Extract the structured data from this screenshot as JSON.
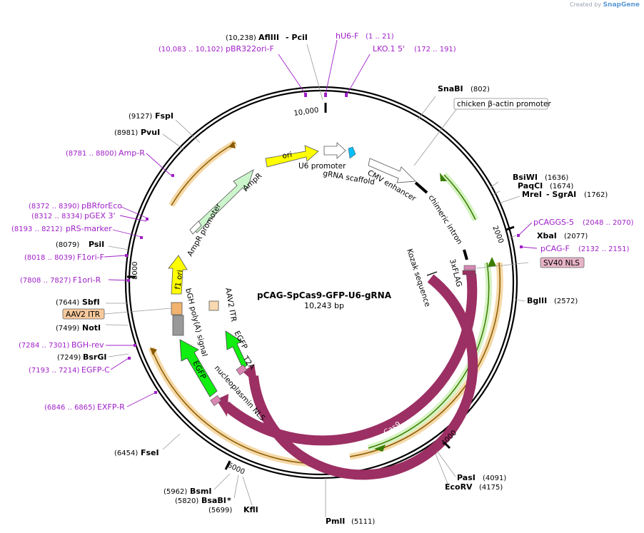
{
  "brand": {
    "prefix": "Created by",
    "name": "SnapGene"
  },
  "plasmid": {
    "name": "pCAG-SpCas9-GFP-U6-gRNA",
    "size": "10,243 bp"
  },
  "ticks": [
    "10,000",
    "2000",
    "4000",
    "6000",
    "8000"
  ],
  "sites": [
    {
      "coord": "(10,238)",
      "name": "AflIII",
      "extra": "- PciI"
    },
    {
      "coord": "(802)",
      "name": "SnaBI"
    },
    {
      "coord": "(1636)",
      "name": "BsiWI"
    },
    {
      "coord": "(1674)",
      "name": "PaqCI"
    },
    {
      "coord": "(1762)",
      "name": "MreI",
      "extra": "- SgrAI"
    },
    {
      "coord": "(2077)",
      "name": "XbaI"
    },
    {
      "coord": "(2572)",
      "name": "BglII"
    },
    {
      "coord": "(4091)",
      "name": "PasI"
    },
    {
      "coord": "(4175)",
      "name": "EcoRV"
    },
    {
      "coord": "(5111)",
      "name": "PmlI"
    },
    {
      "coord": "(5699)",
      "name": "KflI"
    },
    {
      "coord": "(5820)",
      "name": "BsaBI",
      "extra": "*"
    },
    {
      "coord": "(5962)",
      "name": "BsmI"
    },
    {
      "coord": "(6454)",
      "name": "FseI"
    },
    {
      "coord": "(7249)",
      "name": "BsrGI"
    },
    {
      "coord": "(7499)",
      "name": "NotI"
    },
    {
      "coord": "(7644)",
      "name": "SbfI"
    },
    {
      "coord": "(8079)",
      "name": "PsiI"
    },
    {
      "coord": "(8981)",
      "name": "PvuI"
    },
    {
      "coord": "(9127)",
      "name": "FspI"
    }
  ],
  "primers": [
    {
      "name": "hU6-F",
      "range": "(1 .. 21)"
    },
    {
      "name": "LKO.1 5'",
      "range": "(172 .. 191)"
    },
    {
      "name": "pBR322ori-F",
      "range": "(10,083 .. 10,102)"
    },
    {
      "name": "Amp-R",
      "range": "(8781 .. 8800)"
    },
    {
      "name": "pBRforEco",
      "range": "(8372 .. 8390)"
    },
    {
      "name": "pGEX 3'",
      "range": "(8312 .. 8334)"
    },
    {
      "name": "pRS-marker",
      "range": "(8193 .. 8212)"
    },
    {
      "name": "F1ori-F",
      "range": "(8018 .. 8039)"
    },
    {
      "name": "F1ori-R",
      "range": "(7808 .. 7827)"
    },
    {
      "name": "BGH-rev",
      "range": "(7284 .. 7301)"
    },
    {
      "name": "EGFP-C",
      "range": "(7193 .. 7214)"
    },
    {
      "name": "EXFP-R",
      "range": "(6846 .. 6865)"
    },
    {
      "name": "pCAGGS-5",
      "range": "(2048 .. 2070)"
    },
    {
      "name": "pCAG-F",
      "range": "(2132 .. 2151)"
    }
  ],
  "features": {
    "ori": "ori",
    "u6": "U6 promoter",
    "grna": "gRNA scaffold",
    "cmv": "CMV enhancer",
    "cba": "chicken β-actin promoter",
    "chimeric": "chimeric intron",
    "flag": "3xFLAG",
    "kozak": "Kozak sequence",
    "sv40": "SV40 NLS",
    "cas9_inner": "Cas9",
    "cas9_outer": "Cas9",
    "nls": "nucleoplasmin NLS",
    "t2a": "T2A",
    "egfp_inner": "EGFP",
    "egfp_outer": "EGFP",
    "aav_label": "AAV2 ITR",
    "aav_box": "AAV2 ITR",
    "bgh": "bGH poly(A) signal",
    "f1ori": "f1 ori",
    "ampr": "AmpR",
    "ampr_prom": "AmpR promoter"
  },
  "colors": {
    "primer": "#a020c8",
    "ori": "#ffff00",
    "cas9": "#9c2f63",
    "egfp": "#11ee11",
    "ampr": "#ccf5cc",
    "cyan": "#00bfff",
    "orange": "#f2b36e",
    "bgh": "#999999"
  }
}
